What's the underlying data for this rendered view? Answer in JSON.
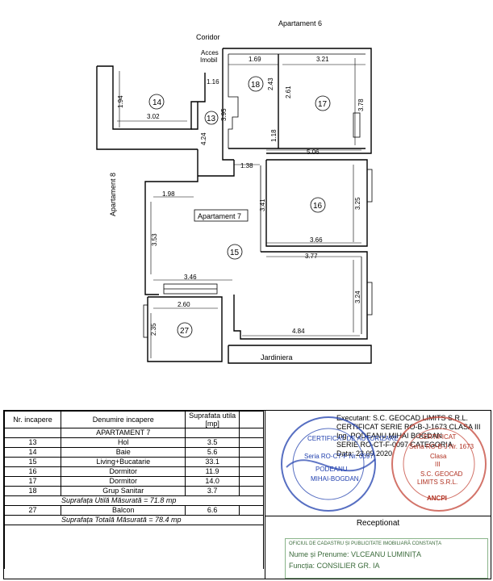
{
  "plan": {
    "neighbor_top": "Apartament 6",
    "neighbor_left": "Apartament 8",
    "corridor": "Coridor",
    "access_line1": "Acces",
    "access_line2": "Imobil",
    "apartment_label": "Apartament 7",
    "balcony_label": "Jardiniera",
    "rooms": [
      "14",
      "13",
      "18",
      "17",
      "16",
      "15",
      "27"
    ],
    "dims": {
      "d169": "1.69",
      "d321": "3.21",
      "d116": "1.16",
      "d243": "2.43",
      "d261": "2.61",
      "d378": "3.78",
      "d194": "1.94",
      "d302": "3.02",
      "d395": "3.95",
      "d424": "4.24",
      "d118": "1.18",
      "d506": "5.06",
      "d138": "1.38",
      "d341": "3.41",
      "d325": "3.25",
      "d198": "1.98",
      "d366": "3.66",
      "d377": "3.77",
      "d353": "3.53",
      "d346": "3.46",
      "d324": "3.24",
      "d260": "2.60",
      "d235": "2.35",
      "d484": "4.84"
    }
  },
  "table": {
    "headers": {
      "nr": "Nr. incapere",
      "name": "Denumire incapere",
      "area_line1": "Suprafata utila",
      "area_line2": "[mp]"
    },
    "apartment": "APARTAMENT 7",
    "rows": [
      {
        "nr": "13",
        "name": "Hol",
        "area": "3.5"
      },
      {
        "nr": "14",
        "name": "Baie",
        "area": "5.6"
      },
      {
        "nr": "15",
        "name": "Living+Bucatarie",
        "area": "33.1"
      },
      {
        "nr": "16",
        "name": "Dormitor",
        "area": "11.9"
      },
      {
        "nr": "17",
        "name": "Dormitor",
        "area": "14.0"
      },
      {
        "nr": "18",
        "name": "Grup Sanitar",
        "area": "3.7"
      }
    ],
    "useful_total": "Suprafața Utilă Măsurată = 71.8 mp",
    "balcony": {
      "nr": "27",
      "name": "Balcon",
      "area": "6.6"
    },
    "total": "Suprafața Totală Măsurată = 78.4 mp"
  },
  "executant": {
    "line1": "Executant: S.C. GEOCAD LIMITS S.R.L.",
    "line2": "CERTIFICAT SERIE RO-B-J-1673 CLASA III",
    "line3": "Ing. PODEANU MIHAI BOGDAN",
    "line4": "SERIE RO-CT-F-0097 CATEGORIA",
    "line5": "Data: 23.09.2020"
  },
  "stamps": {
    "blue_ring": "CERTIFICAT DE AUTORIZARE",
    "blue_series": "Seria RO-CT-F Nr. 0097",
    "blue_name1": "PODEANU",
    "blue_name2": "MIHAI-BOGDAN",
    "red_top": "CERTIFICAT",
    "red_series": "Seria RO-B-J Nr. 1673",
    "red_class": "Clasa",
    "red_class_val": "III",
    "red_company1": "S.C. GEOCAD",
    "red_company2": "LIMITS S.R.L.",
    "red_bottom": "ANCPI"
  },
  "receptionat": {
    "title": "Receptionat",
    "line1": "OFICIUL DE CADASTRU ȘI PUBLICITATE IMOBILIARĂ CONSTANȚA",
    "name": "Nume și Prenume: VLCEANU LUMINIȚA",
    "role": "Funcția: CONSILIER GR. IA"
  }
}
